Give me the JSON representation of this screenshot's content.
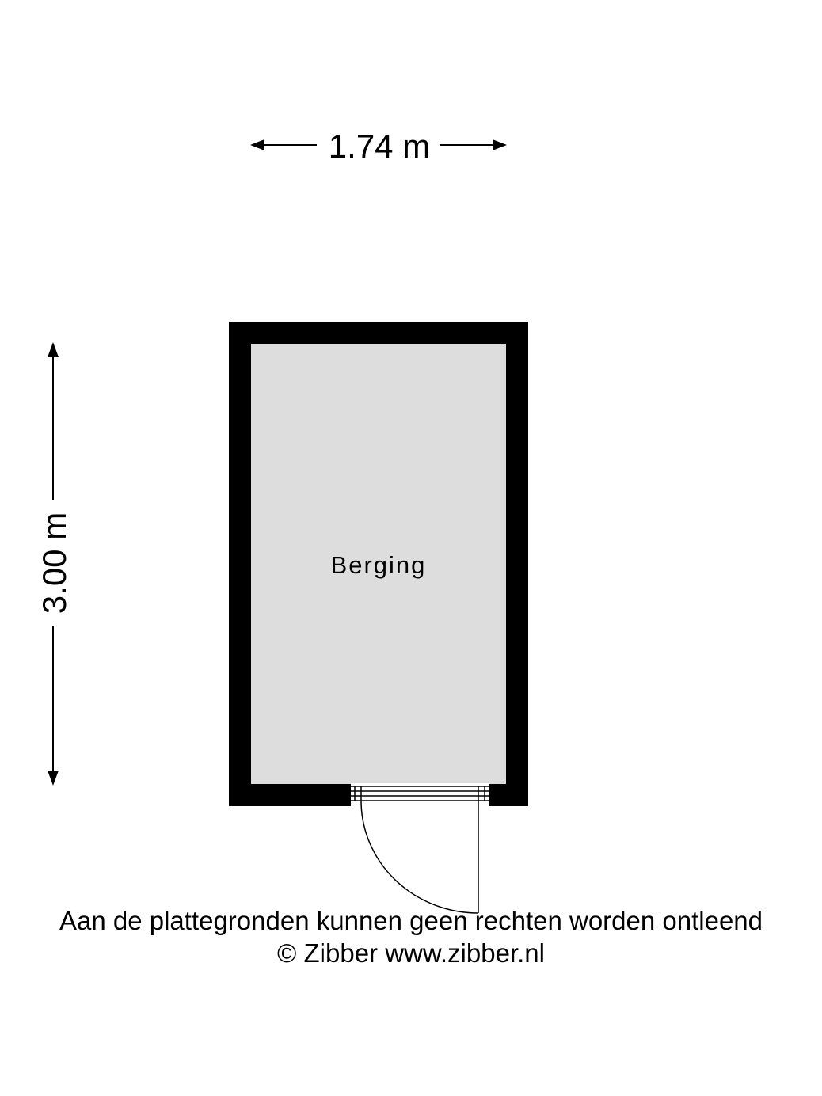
{
  "plan": {
    "width_dimension": "1.74 m",
    "height_dimension": "3.00 m",
    "room_name": "Berging"
  },
  "footer": {
    "disclaimer": "Aan de plattegronden kunnen geen rechten worden ontleend",
    "copyright": "© Zibber www.zibber.nl"
  },
  "colors": {
    "wall": "#000000",
    "floor": "#dddddd",
    "background": "#ffffff"
  }
}
